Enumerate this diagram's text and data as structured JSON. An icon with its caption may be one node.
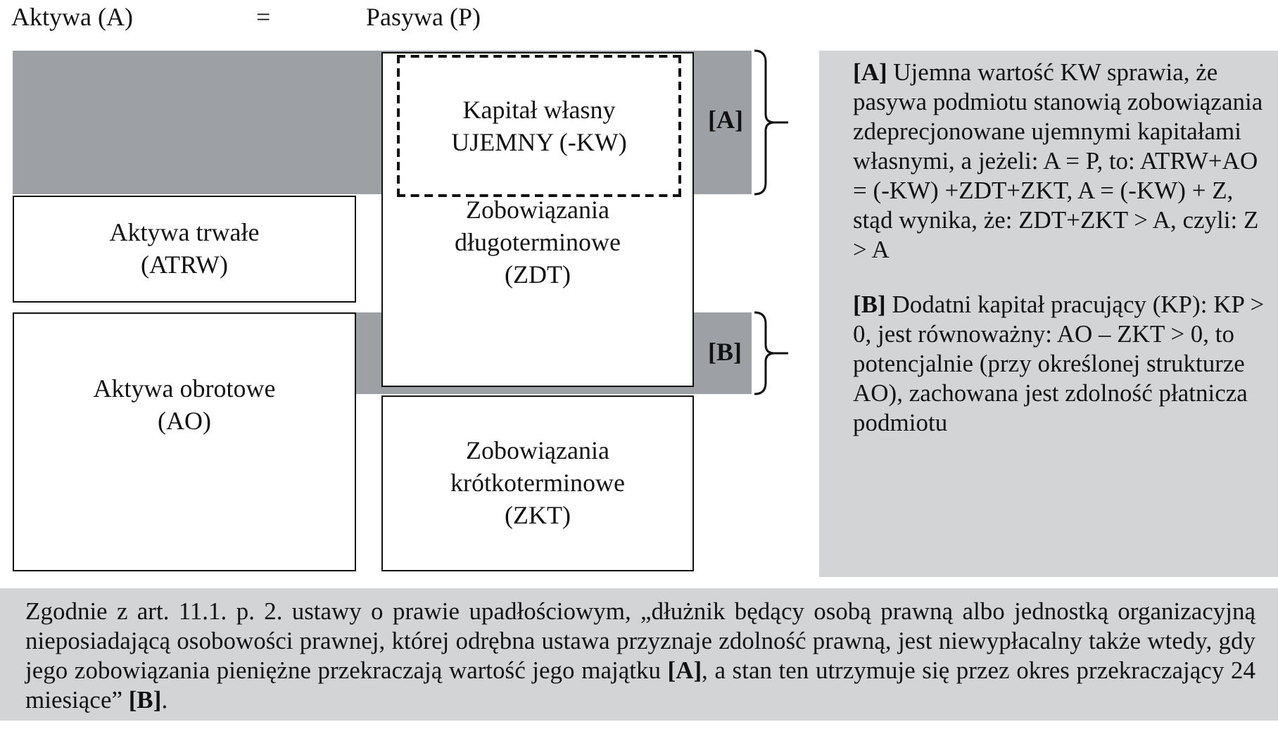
{
  "diagram": {
    "nodes": [
      {
        "text": [
          "Zobowiązania długoterminowe (ZDT)"
        ]
      },
      {
        "text": [
          "Kapitał własny UJEMNY (-KW)"
        ],
        "in": 0
      },
      {
        "text": [
          "Aktywa trwałe (ATRW)"
        ]
      },
      {
        "text": [
          "Aktywa obrotowe (AO)"
        ]
      },
      {
        "text": [
          "Zobowiązania krótkoterminowe (ZKT)"
        ]
      },
      {
        "text": [
          "**[A]** Ujemna wartość KW sprawia, że pasywa podmiotu stanowią zobowiązania zdeprecjonowane ujemnymi kapitałami własnymi, a jeżeli: A = P, to: ATRW+AO = (-KW) +ZDT+ZKT, A = (-KW) + Z, stąd wynika, że: ZDT+ZKT > A, czyli: Z > A",
          "**[B]** Dodatni kapitał pracujący (KP): KP > 0, jest równoważny: AO – ZKT > 0, to potencjalnie (przy określonej strukturze AO), zachowana jest zdolność płatnicza podmiotu"
        ]
      },
      {
        "text": [
          "Zgodnie z art. 11.1. p. 2. ustawy o prawie upadłościowym, „dłużnik będący osobą prawną albo jednostką organizacyjną nieposiadającą osobowości prawnej, której odrębna ustawa przyznaje zdolność prawną, jest niewypłacalny także wtedy, gdy jego zobowiązania pieniężne przekraczają wartość jego majątku **[A]**, a stan ten utrzymuje się przez okres przekraczający 24 miesiące” **[B]**."
        ]
      }
    ],
    "edges": [],
    "labels": [
      "Aktywa (A)",
      "=",
      "Pasywa (P)",
      "[A]",
      "[B]"
    ]
  }
}
